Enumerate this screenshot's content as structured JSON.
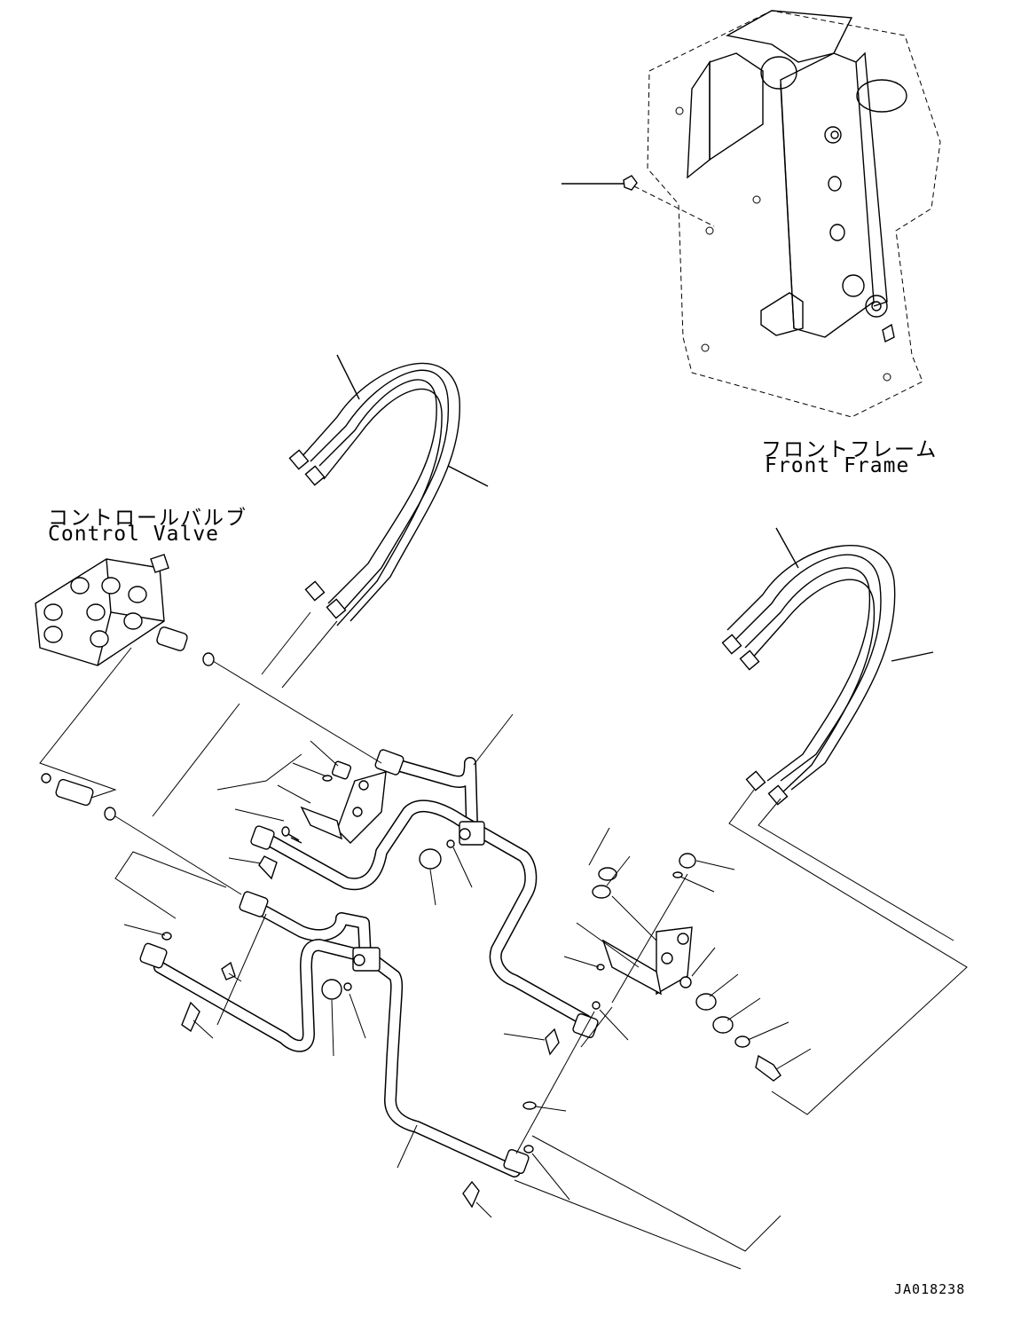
{
  "labels": {
    "front_frame_jp": "フロントフレーム",
    "front_frame_en": "Front Frame",
    "control_valve_jp": "コントロールバルブ",
    "control_valve_en": "Control Valve",
    "drawing_id": "JA018238"
  }
}
